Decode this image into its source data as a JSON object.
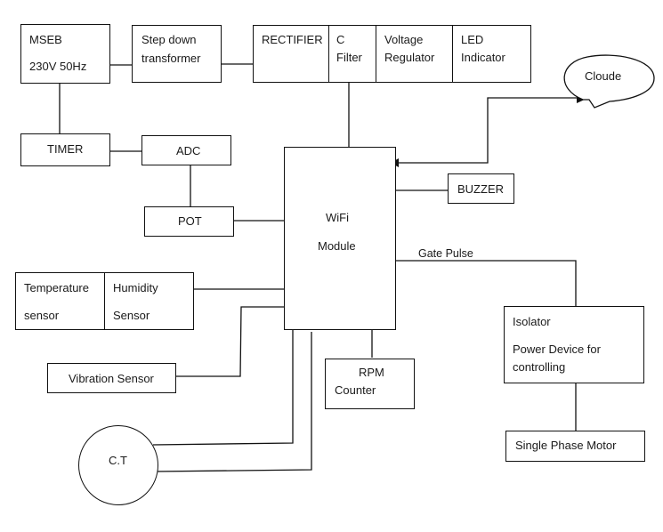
{
  "diagram": {
    "type": "block-diagram",
    "blocks": {
      "mseb": {
        "line1": "MSEB",
        "line2": "230V 50Hz"
      },
      "step_down": {
        "line1": "Step down",
        "line2": "transformer"
      },
      "power_strip": {
        "rectifier": "RECTIFIER",
        "c_filter": {
          "line1": "C",
          "line2": "Filter"
        },
        "voltage_regulator": {
          "line1": "Voltage",
          "line2": "Regulator"
        },
        "led_indicator": {
          "line1": "LED",
          "line2": "Indicator"
        }
      },
      "cloud": "Cloude",
      "timer": "TIMER",
      "adc": "ADC",
      "pot": "POT",
      "wifi": {
        "line1": "WiFi",
        "line2": "Module"
      },
      "buzzer": "BUZZER",
      "sensor_strip": {
        "temperature": {
          "line1": "Temperature",
          "line2": "sensor"
        },
        "humidity": {
          "line1": "Humidity",
          "line2": "Sensor"
        }
      },
      "vibration": "Vibration Sensor",
      "rpm": {
        "line1": "RPM",
        "line2": "Counter"
      },
      "ct": "C.T",
      "isolator": {
        "line1": "Isolator",
        "line2": "Power Device for",
        "line3": "controlling"
      },
      "motor": "Single Phase Motor"
    },
    "labels": {
      "gate_pulse": "Gate Pulse"
    },
    "connections": [
      {
        "from": "mseb",
        "to": "step_down"
      },
      {
        "from": "step_down",
        "to": "rectifier"
      },
      {
        "from": "mseb",
        "to": "timer"
      },
      {
        "from": "timer",
        "to": "adc"
      },
      {
        "from": "adc",
        "to": "pot"
      },
      {
        "from": "pot",
        "to": "wifi"
      },
      {
        "from": "c_filter",
        "to": "wifi"
      },
      {
        "from": "wifi",
        "to": "cloud",
        "arrow": "both"
      },
      {
        "from": "wifi",
        "to": "buzzer"
      },
      {
        "from": "wifi",
        "to": "isolator",
        "label": "Gate Pulse"
      },
      {
        "from": "isolator",
        "to": "motor"
      },
      {
        "from": "humidity",
        "to": "wifi"
      },
      {
        "from": "vibration",
        "to": "wifi"
      },
      {
        "from": "wifi",
        "to": "rpm"
      },
      {
        "from": "ct",
        "to": "wifi",
        "wires": 2
      }
    ]
  }
}
